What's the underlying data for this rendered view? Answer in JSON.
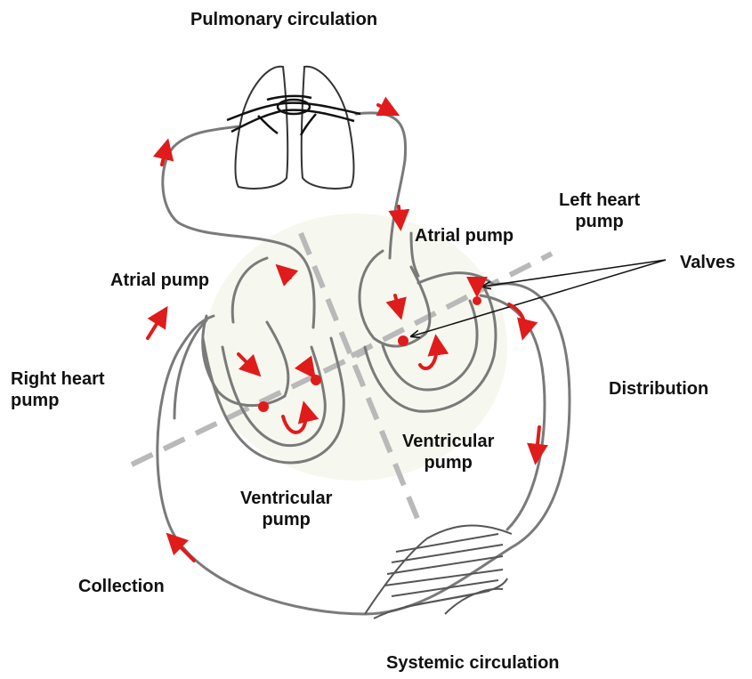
{
  "labels": {
    "pulmonary": "Pulmonary circulation",
    "systemic": "Systemic circulation",
    "left_heart_pump": "Left heart\npump",
    "right_heart_pump": "Right heart\npump",
    "atrial_pump_right": "Atrial pump",
    "atrial_pump_left": "Atrial pump",
    "ventricular_pump_right": "Ventricular\npump",
    "ventricular_pump_left": "Ventricular\npump",
    "valves": "Valves",
    "distribution": "Distribution",
    "collection": "Collection"
  },
  "colors": {
    "vessel": "#7a7a7a",
    "flow_arrow": "#e01b1b",
    "divider": "#b9b9b9",
    "text": "#111111",
    "organ_ink": "#333333"
  }
}
